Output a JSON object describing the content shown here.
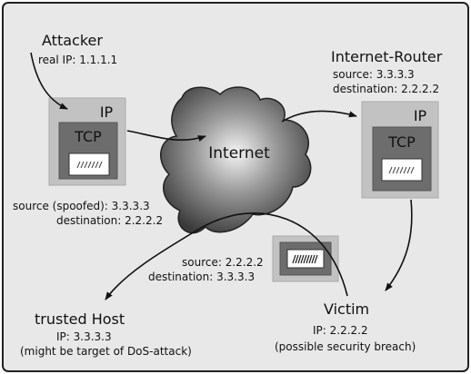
{
  "colors": {
    "background": "#e8e8e8",
    "frame": "#222222",
    "packet_ip": "#c2c2c2",
    "packet_tcp": "#6d6d6d",
    "payload": "#ffffff",
    "arrow": "#111111"
  },
  "attacker": {
    "title": "Attacker",
    "real_ip": "real IP: 1.1.1.1",
    "packet": {
      "ip_label": "IP",
      "tcp_label": "TCP"
    },
    "header_source": "source (spoofed): 3.3.3.3",
    "header_destination": "destination: 2.2.2.2"
  },
  "internet": {
    "label": "Internet"
  },
  "router": {
    "title": "Internet-Router",
    "source": "source: 3.3.3.3",
    "destination": "destination: 2.2.2.2",
    "packet": {
      "ip_label": "IP",
      "tcp_label": "TCP"
    }
  },
  "reply": {
    "source": "source: 2.2.2.2",
    "destination": "destination: 3.3.3.3"
  },
  "victim": {
    "title": "Victim",
    "ip": "IP: 2.2.2.2",
    "note": "(possible security breach)"
  },
  "trusted_host": {
    "title": "trusted Host",
    "ip": "IP: 3.3.3.3",
    "note": "(might be target of DoS-attack)"
  }
}
